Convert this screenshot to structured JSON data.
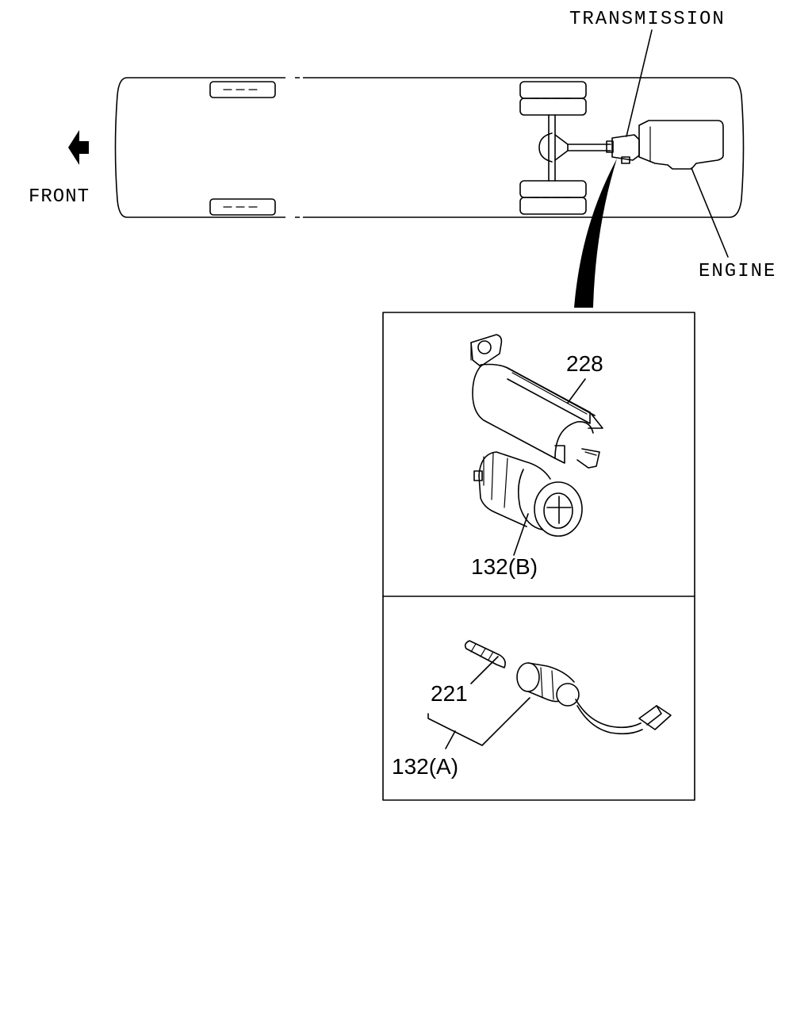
{
  "labels": {
    "transmission": "TRANSMISSION",
    "engine": "ENGINE",
    "front": "FRONT"
  },
  "callouts": {
    "part_228": "228",
    "part_132b": "132(B)",
    "part_221": "221",
    "part_132a": "132(A)"
  },
  "icons": {
    "front_arrow": "arrow-left-icon"
  }
}
